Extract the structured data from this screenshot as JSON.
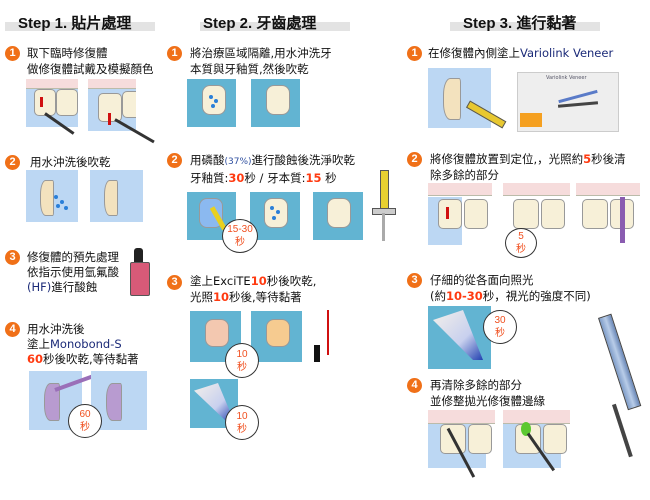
{
  "steps": [
    {
      "title": "Step 1. 貼片處理",
      "items": [
        {
          "num": "1",
          "lines": [
            [
              {
                "t": "取下臨時修復體"
              }
            ],
            [
              {
                "t": "做修復體試戴及模擬顏色"
              }
            ]
          ]
        },
        {
          "num": "2",
          "lines": [
            [
              {
                "t": "用水沖洗後吹乾"
              }
            ]
          ]
        },
        {
          "num": "3",
          "lines": [
            [
              {
                "t": "修復體的預先處理"
              }
            ],
            [
              {
                "t": "依指示使用氫氟酸"
              }
            ],
            [
              {
                "t": "(HF)",
                "s": "blue"
              },
              {
                "t": "進行酸蝕"
              }
            ]
          ]
        },
        {
          "num": "4",
          "lines": [
            [
              {
                "t": "用水沖洗後"
              }
            ],
            [
              {
                "t": "塗上"
              },
              {
                "t": "Monobond-S",
                "s": "blue"
              }
            ],
            [
              {
                "t": "60",
                "s": "red"
              },
              {
                "t": "秒後吹乾,等待黏著"
              }
            ]
          ]
        }
      ],
      "timers": [
        {
          "value": "60",
          "unit": "秒"
        }
      ]
    },
    {
      "title": "Step 2. 牙齒處理",
      "items": [
        {
          "num": "1",
          "lines": [
            [
              {
                "t": "將治療區域隔離,用水沖洗牙"
              }
            ],
            [
              {
                "t": "本質與牙釉質,然後吹乾"
              }
            ]
          ]
        },
        {
          "num": "2",
          "lines": [
            [
              {
                "t": "用磷酸"
              },
              {
                "t": "(37%)",
                "s": "small"
              },
              {
                "t": "進行酸蝕後洗淨吹乾"
              }
            ],
            [
              {
                "t": "牙釉質:"
              },
              {
                "t": "30",
                "s": "red"
              },
              {
                "t": "秒 / 牙本質:"
              },
              {
                "t": "15",
                "s": "red"
              },
              {
                "t": " 秒"
              }
            ]
          ]
        },
        {
          "num": "3",
          "lines": [
            [
              {
                "t": "塗上ExciTE"
              },
              {
                "t": "10",
                "s": "red"
              },
              {
                "t": "秒後吹乾,"
              }
            ],
            [
              {
                "t": "光照"
              },
              {
                "t": "10",
                "s": "red"
              },
              {
                "t": "秒後,等待黏著"
              }
            ]
          ]
        }
      ],
      "timers": [
        {
          "value": "15-30",
          "unit": "秒"
        },
        {
          "value": "10",
          "unit": "秒"
        },
        {
          "value": "10",
          "unit": "秒"
        }
      ]
    },
    {
      "title": "Step 3. 進行黏著",
      "items": [
        {
          "num": "1",
          "lines": [
            [
              {
                "t": "在修復體內側塗上"
              },
              {
                "t": "Variolink Veneer",
                "s": "blue"
              }
            ]
          ]
        },
        {
          "num": "2",
          "lines": [
            [
              {
                "t": "將修復體放置到定位,，光照約"
              },
              {
                "t": "5",
                "s": "red"
              },
              {
                "t": "秒後清"
              }
            ],
            [
              {
                "t": "除多餘的部分"
              }
            ]
          ]
        },
        {
          "num": "3",
          "lines": [
            [
              {
                "t": "仔細的從各面向照光"
              }
            ],
            [
              {
                "t": "(約"
              },
              {
                "t": "10-30",
                "s": "red"
              },
              {
                "t": "秒，視光的強度不同)"
              }
            ]
          ]
        },
        {
          "num": "4",
          "lines": [
            [
              {
                "t": "再清除多餘的部分"
              }
            ],
            [
              {
                "t": "並修整拋光修復體邊緣"
              }
            ]
          ]
        }
      ],
      "timers": [
        {
          "value": "5",
          "unit": "秒"
        },
        {
          "value": "30",
          "unit": "秒"
        }
      ],
      "kit_label": "Variolink Veneer"
    }
  ],
  "colors": {
    "badge": "#f07018",
    "highlight": "#ff3a10",
    "brand_text": "#1b2a78",
    "light_blue": "#bcd7f3",
    "teal": "#62b4d2"
  }
}
